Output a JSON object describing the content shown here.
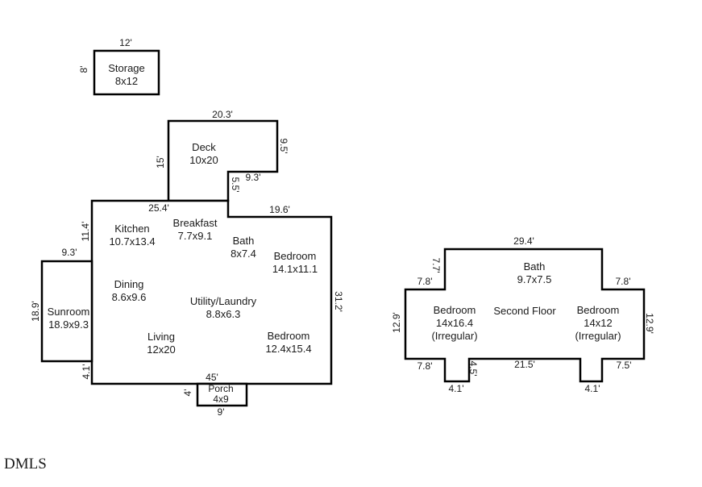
{
  "watermark": "DMLS",
  "storage": {
    "label": "Storage",
    "size": "8x12",
    "width_dim": "12'",
    "height_dim": "8'"
  },
  "deck": {
    "label": "Deck",
    "size": "10x20",
    "top_dim": "20.3'",
    "left_dim": "15'",
    "right_dim": "9.5'",
    "notch_width_dim": "9.3'",
    "notch_height_dim": "5.5'"
  },
  "first_floor": {
    "top_dim": "25.4'",
    "top_right_dim": "19.6'",
    "upper_left_dim": "11.4'",
    "right_dim": "31.2'",
    "bottom_dim": "45'",
    "lower_left_dim": "4.1'",
    "rooms": [
      {
        "label": "Kitchen",
        "size": "10.7x13.4"
      },
      {
        "label": "Breakfast",
        "size": "7.7x9.1"
      },
      {
        "label": "Bath",
        "size": "8x7.4"
      },
      {
        "label": "Bedroom",
        "size": "14.1x11.1"
      },
      {
        "label": "Dining",
        "size": "8.6x9.6"
      },
      {
        "label": "Utility/Laundry",
        "size": "8.8x6.3"
      },
      {
        "label": "Living",
        "size": "12x20"
      },
      {
        "label": "Bedroom",
        "size": "12.4x15.4"
      }
    ],
    "sunroom": {
      "label": "Sunroom",
      "size": "18.9x9.3",
      "top_dim": "9.3'",
      "left_dim": "18.9'"
    },
    "porch": {
      "label": "Porch",
      "size": "4x9",
      "left_dim": "4'",
      "bottom_dim": "9'"
    }
  },
  "second_floor": {
    "title": "Second Floor",
    "top_dim": "29.4'",
    "left_notch_dim": "7.7'",
    "upper_left_dim": "7.8'",
    "upper_right_dim": "7.8'",
    "left_dim": "12.9'",
    "right_dim": "12.9'",
    "lower_left_dim": "7.8'",
    "bottom_mid_dim": "21.5'",
    "lower_right_dim": "7.5'",
    "left_stair_width_dim": "4.1'",
    "left_stair_height_dim": "4.5'",
    "right_stair_width_dim": "4.1'",
    "rooms": [
      {
        "label": "Bath",
        "size": "9.7x7.5"
      },
      {
        "label": "Bedroom",
        "size": "14x16.4",
        "note": "(Irregular)"
      },
      {
        "label": "Bedroom",
        "size": "14x12",
        "note": "(Irregular)"
      }
    ]
  },
  "line_color": "#000000",
  "background_color": "#ffffff"
}
